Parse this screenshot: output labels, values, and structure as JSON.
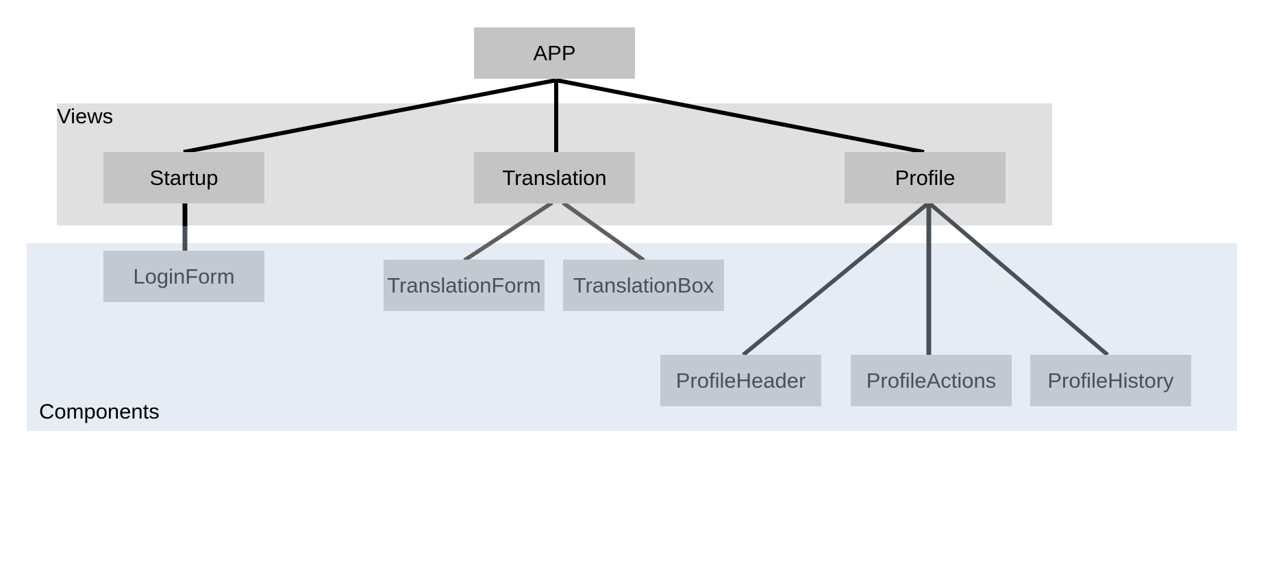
{
  "regions": {
    "views_label": "Views",
    "components_label": "Components"
  },
  "nodes": {
    "app": "APP",
    "startup": "Startup",
    "translation": "Translation",
    "profile": "Profile",
    "login_form": "LoginForm",
    "translation_form": "TranslationForm",
    "translation_box": "TranslationBox",
    "profile_header": "ProfileHeader",
    "profile_actions": "ProfileActions",
    "profile_history": "ProfileHistory"
  },
  "colors": {
    "views_background": "#e0e0e0",
    "components_background": "#e5ecf3",
    "view_node_fill": "#c4c4c4",
    "component_node_fill": "#c3c9d1",
    "component_text": "#4a5059",
    "edge_dark": "#000000",
    "edge_muted": "#4a5059"
  }
}
